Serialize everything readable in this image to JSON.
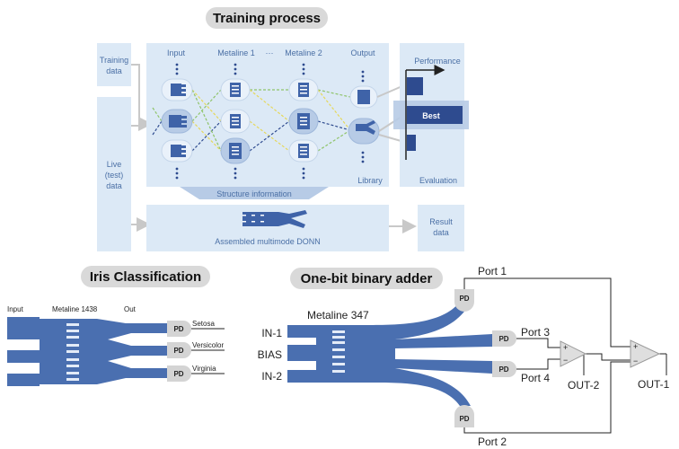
{
  "training": {
    "title": "Training process",
    "training_data": [
      "Training",
      "data"
    ],
    "live_data": [
      "Live",
      "(test)",
      "data"
    ],
    "columns": [
      "Input",
      "Metaline 1",
      "···",
      "Metaline 2",
      "Output"
    ],
    "library": "Library",
    "performance": "Performance",
    "best": "Best",
    "evaluation": "Evaluation",
    "structure_info": "Structure information",
    "assembled": "Assembled multimode DONN",
    "result": [
      "Result",
      "data"
    ]
  },
  "iris": {
    "title": "Iris Classification",
    "input": "Input",
    "metaline": "Metaline 1438",
    "out": "Out",
    "pd": "PD",
    "classes": [
      "Setosa",
      "Versicolor",
      "Virginia"
    ]
  },
  "adder": {
    "title": "One-bit binary adder",
    "metaline": "Metaline 347",
    "inputs": [
      "IN-1",
      "BIAS",
      "IN-2"
    ],
    "pd": "PD",
    "ports": [
      "Port 1",
      "Port 3",
      "Port 4",
      "Port 2"
    ],
    "plus": "+",
    "minus": "−",
    "outputs": [
      "OUT-2",
      "OUT-1"
    ]
  },
  "colors": {
    "panel": "#dce9f6",
    "box": "#e9f1fa",
    "waveguide": "#4a6fb0",
    "text_blue": "#4a6fa5",
    "pill": "#d9d9d9",
    "yellow": "#e6d85a",
    "green": "#8fc46a",
    "navy": "#2e4b8f"
  }
}
